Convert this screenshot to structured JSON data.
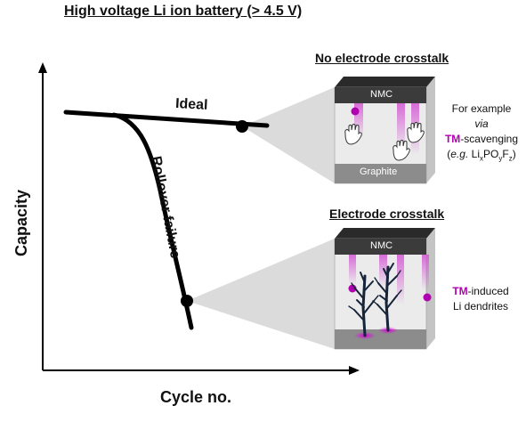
{
  "title": "High voltage Li ion battery (> 4.5 V)",
  "axes": {
    "ylabel": "Capacity",
    "xlabel": "Cycle no."
  },
  "curves": {
    "ideal_label": "Ideal",
    "rollover_label": "Rollover failure"
  },
  "top_panel": {
    "title": "No electrode crosstalk",
    "cathode_label": "NMC",
    "anode_label": "Graphite",
    "note_line1": "For example",
    "note_via": "via",
    "note_tm": "TM",
    "note_scavenging": "-scavenging",
    "note_eg": "e.g.",
    "note_formula_prefix": " Li",
    "note_sub_x": "x",
    "note_po": "PO",
    "note_sub_y": "y",
    "note_f": "F",
    "note_sub_z": "z"
  },
  "bottom_panel": {
    "title": "Electrode crosstalk",
    "cathode_label": "NMC",
    "note_tm": "TM",
    "note_induced": "-induced",
    "note_line2": "Li dendrites"
  },
  "colors": {
    "tm_accent": "#b000b0",
    "cathode": "#3b3b3b",
    "anode": "#8c8c8c"
  }
}
